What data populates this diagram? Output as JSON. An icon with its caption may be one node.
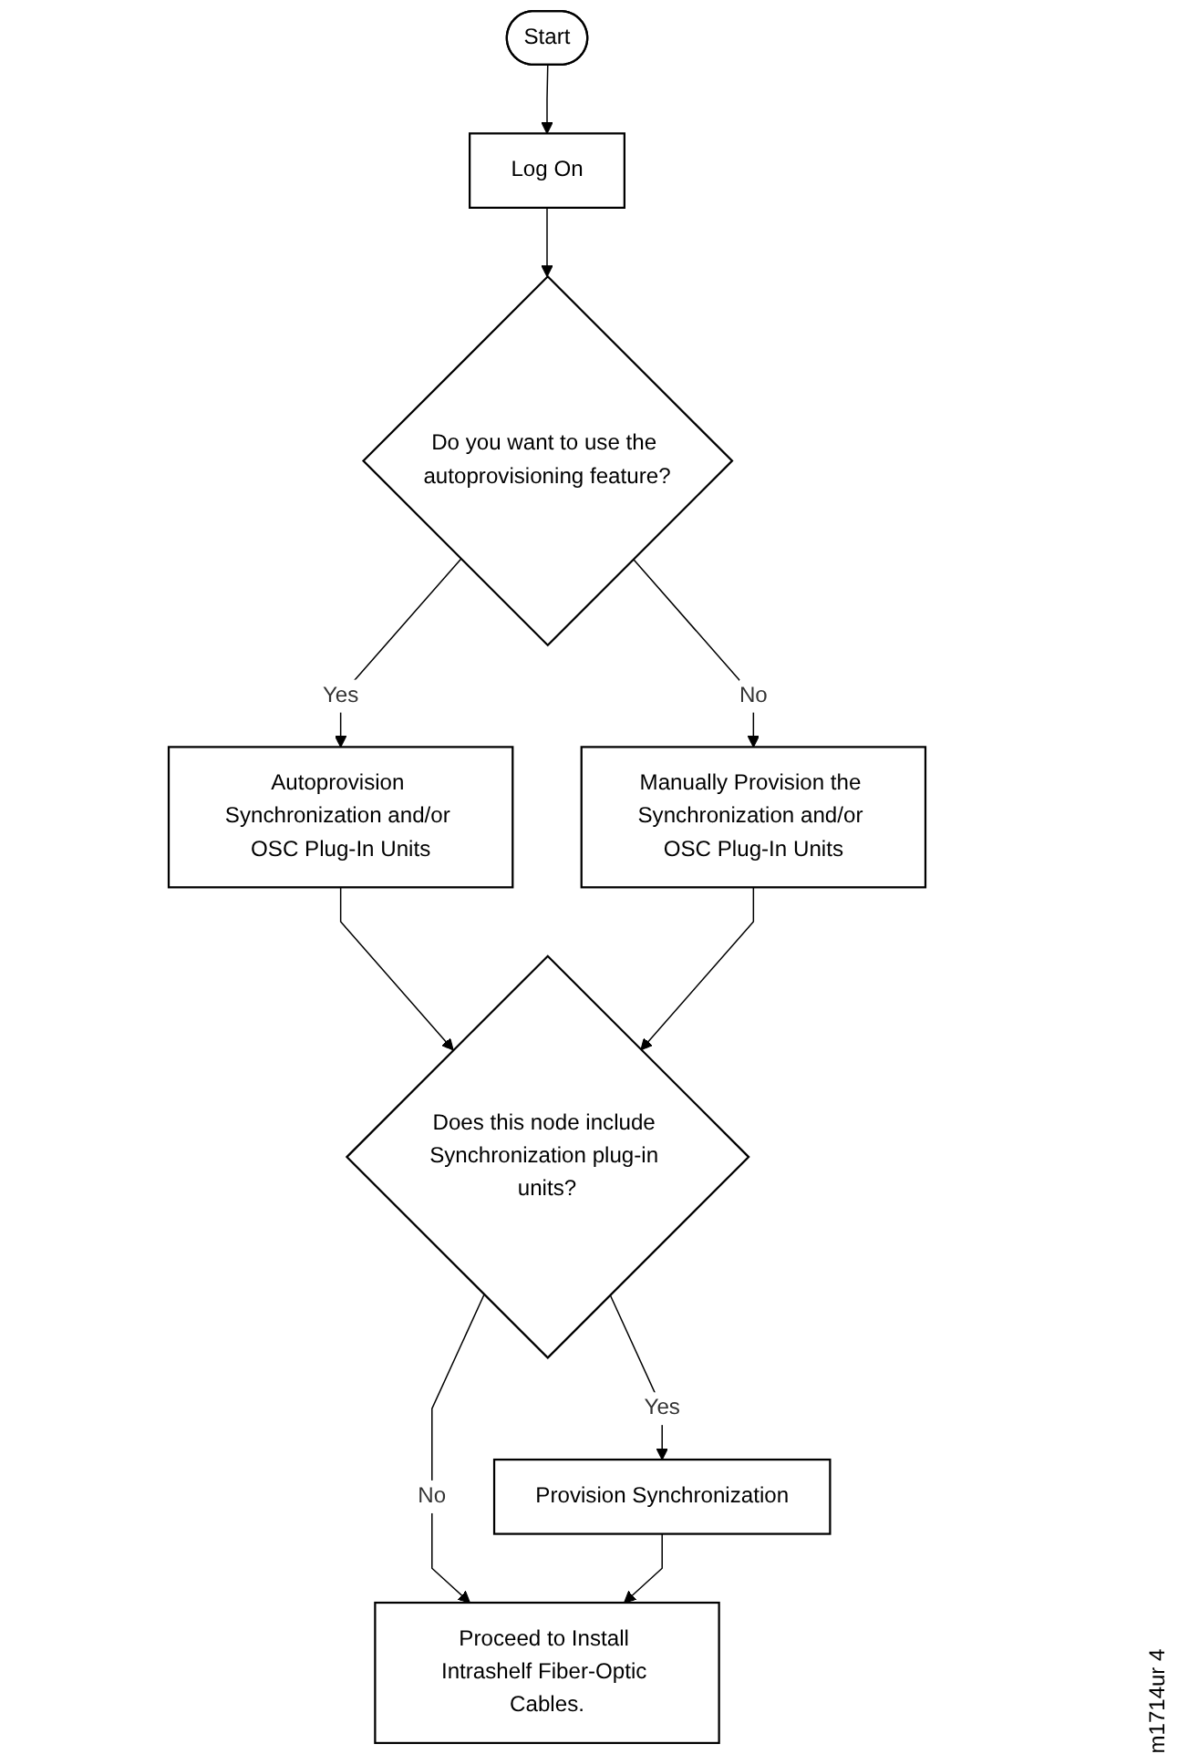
{
  "diagram": {
    "nodes": [
      {
        "text": [
          "Start"
        ]
      },
      {
        "text": [
          "Log On"
        ]
      },
      {
        "text": [
          "Do you want to use the autoprovisioning feature?"
        ]
      },
      {
        "text": [
          "Manually Provision the Synchronization and/or OSC Plug-In Units"
        ]
      },
      {
        "text": [
          "Autoprovision Synchronization and/or OSC Plug-In Units"
        ]
      },
      {
        "text": [
          "Does this node include Synchronization plug-in units?"
        ]
      },
      {
        "text": [
          "Provision Synchronization"
        ]
      },
      {
        "text": [
          "Proceed to Install Intrashelf Fiber-Optic Cables."
        ]
      }
    ],
    "edges": [
      {
        "from": 0,
        "to": 1,
        "arrow": "to"
      },
      {
        "from": 1,
        "to": 2,
        "arrow": "to"
      },
      {
        "from": 2,
        "to": 3,
        "arrow": "to",
        "label": "No"
      },
      {
        "from": 2,
        "to": 4,
        "arrow": "to",
        "label": "Yes"
      },
      {
        "from": 4,
        "to": 5,
        "arrow": "to"
      },
      {
        "from": 3,
        "to": 5,
        "arrow": "to"
      },
      {
        "from": 5,
        "to": 6,
        "arrow": "to",
        "label": "Yes"
      },
      {
        "from": 5,
        "to": 7,
        "arrow": "to",
        "label": "No"
      },
      {
        "from": 6,
        "to": 7,
        "arrow": "to"
      }
    ],
    "labels": [
      "m1714ur 4"
    ]
  }
}
